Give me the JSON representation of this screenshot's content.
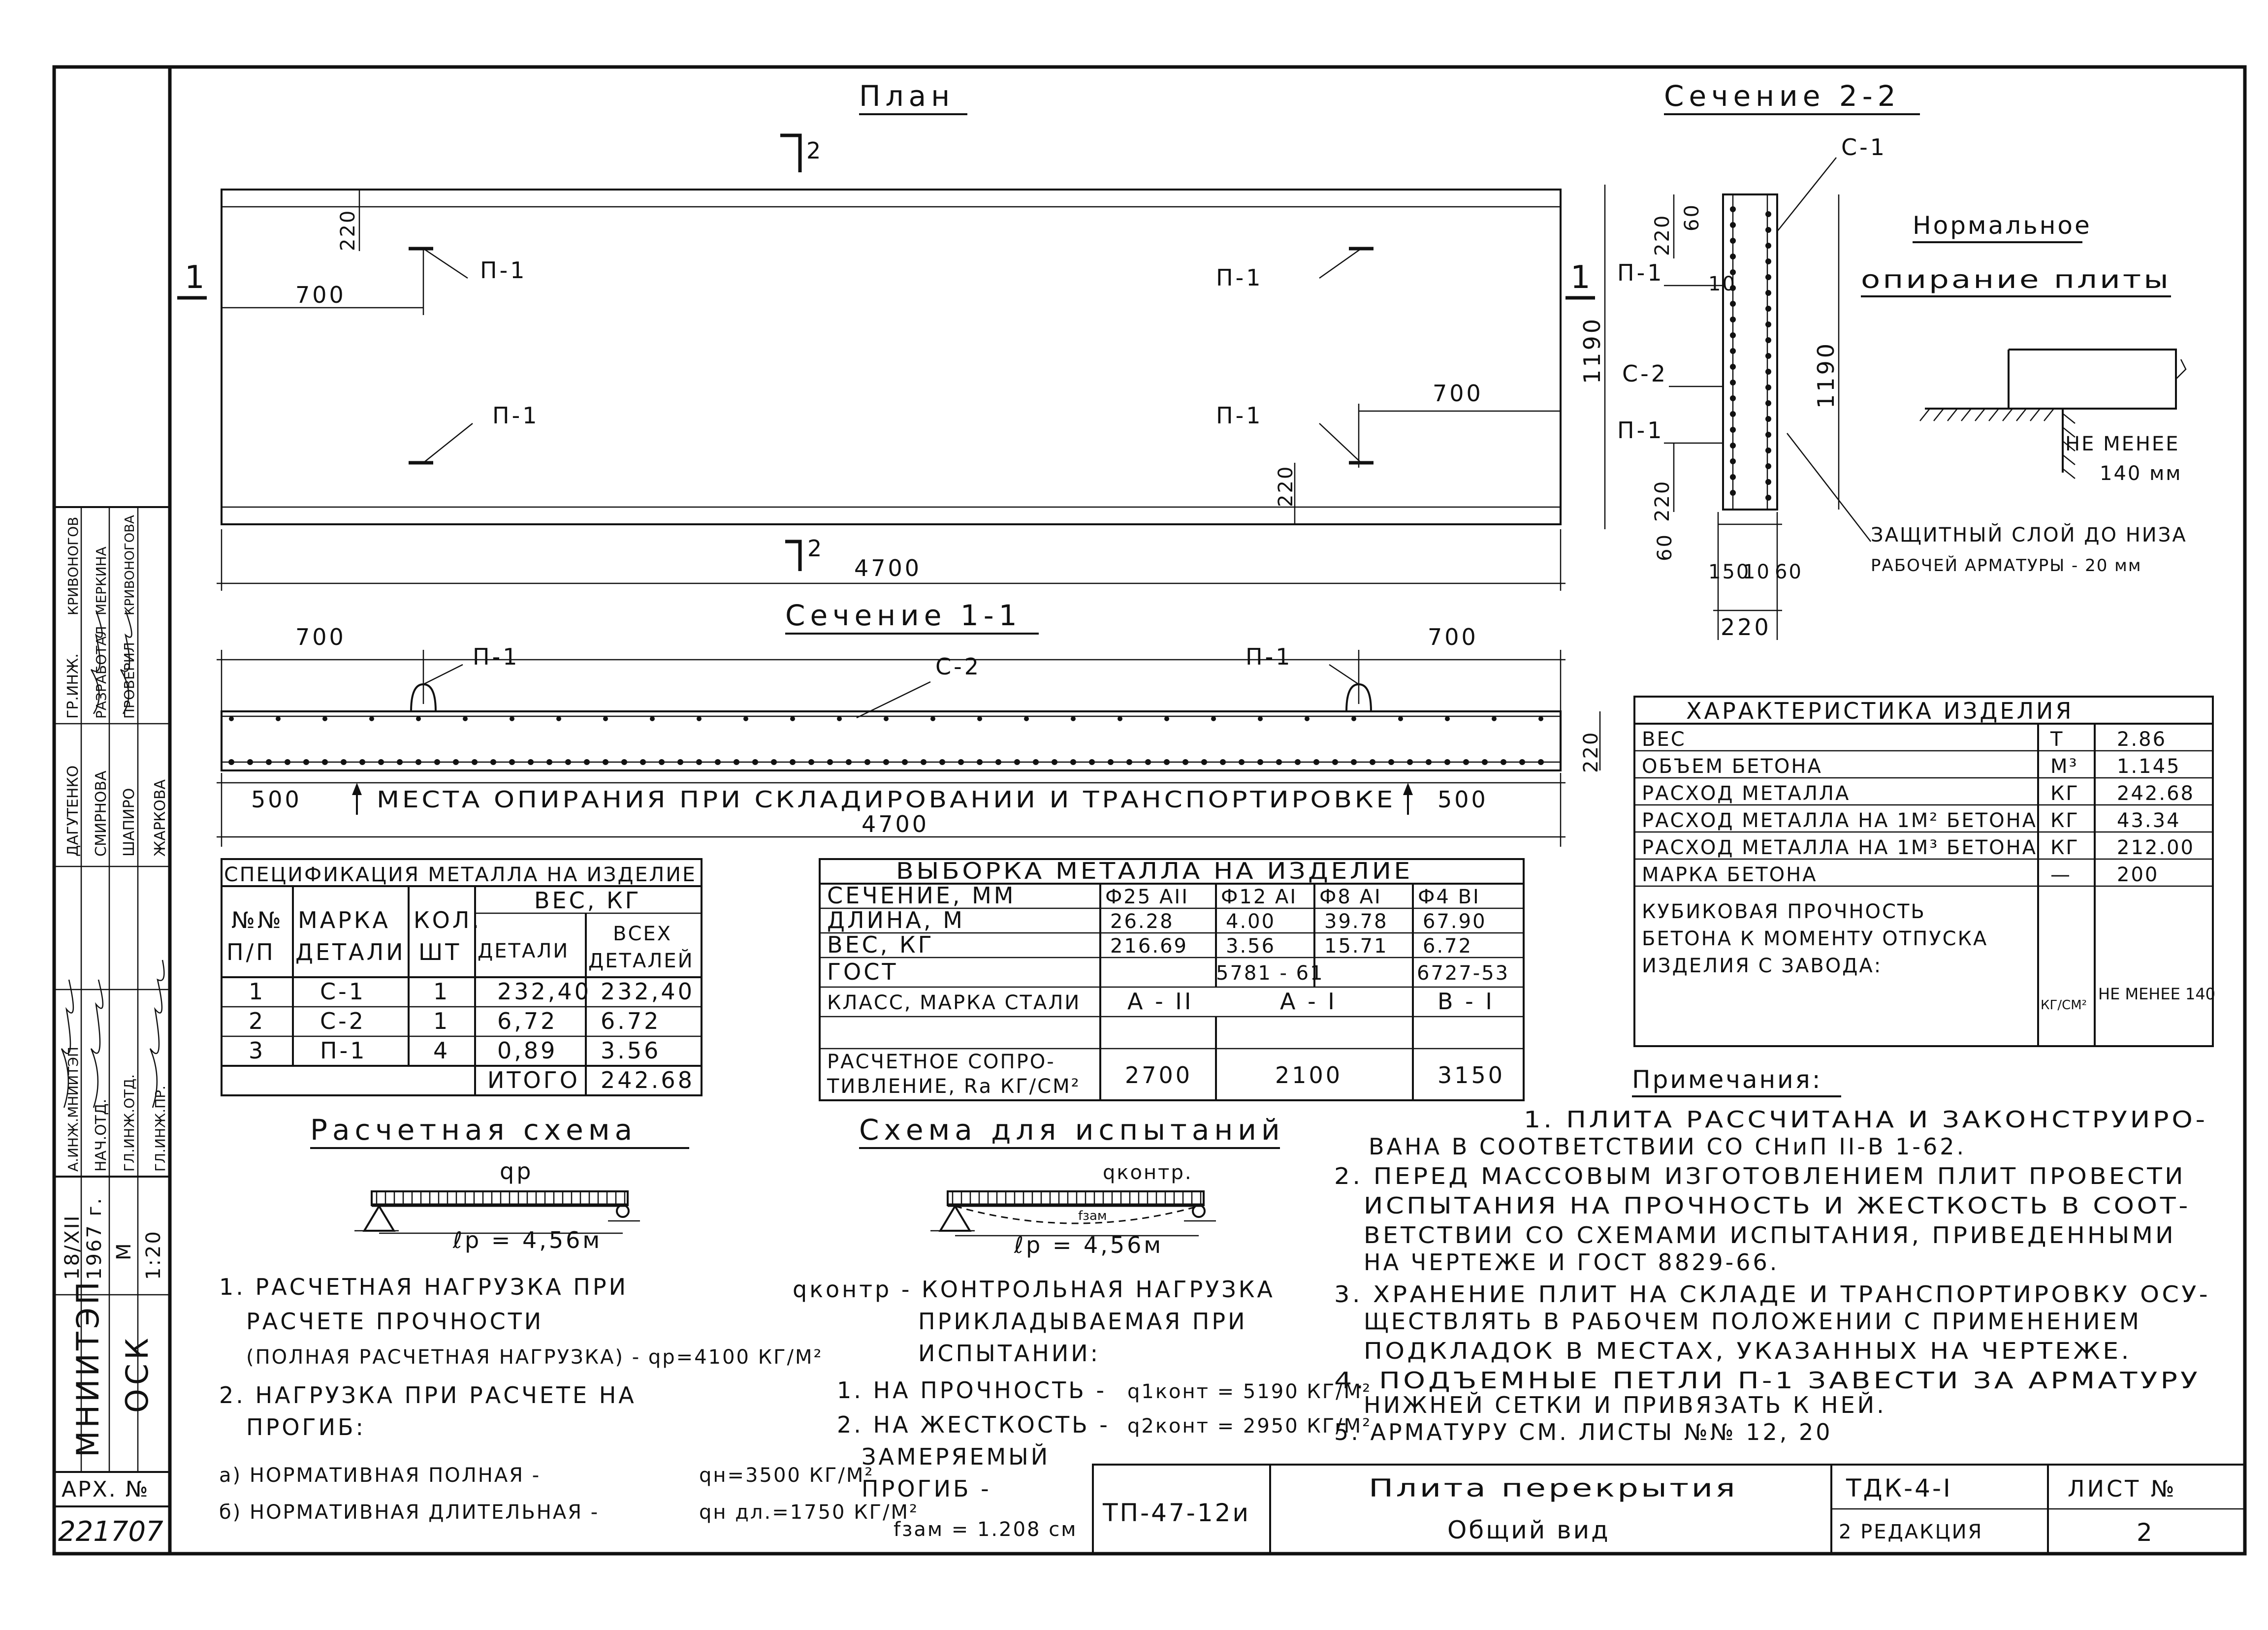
{
  "plan": {
    "title": "План",
    "cut2": "2",
    "cut1": "1",
    "dim_220_top": "220",
    "dim_700_left": "700",
    "dim_700_right": "700",
    "dim_220_bottom": "220",
    "dim_1190": "1190",
    "dim_4700": "4700",
    "loop_labels": [
      "П-1",
      "П-1",
      "П-1",
      "П-1"
    ]
  },
  "section11": {
    "title": "Сечение 1-1",
    "dim_700_l": "700",
    "dim_700_r": "700",
    "loop_l": "П-1",
    "loop_r": "П-1",
    "mesh": "С-2",
    "dim_220": "220",
    "dim_500_l": "500",
    "dim_500_r": "500",
    "support_note": "МЕСТА ОПИРАНИЯ ПРИ СКЛАДИРОВАНИИ И ТРАНСПОРТИРОВКЕ",
    "dim_4700": "4700"
  },
  "section22": {
    "title": "Сечение 2-2",
    "c1": "С-1",
    "p1_top": "П-1",
    "c2": "С-2",
    "p1_bot": "П-1",
    "d220a": "220",
    "d60a": "60",
    "d10": "10",
    "d1190": "1190",
    "d220b": "220",
    "d60b": "60",
    "d150": "150",
    "d10b": "10",
    "d60c": "60",
    "d220c": "220"
  },
  "support": {
    "title1": "Нормальное",
    "title2": "опирание плиты",
    "note1": "НЕ МЕНЕЕ",
    "note2": "140 мм",
    "cover1": "ЗАЩИТНЫЙ СЛОЙ ДО НИЗА",
    "cover2": "РАБОЧЕЙ АРМАТУРЫ - 20 мм"
  },
  "characteristics": {
    "title": "ХАРАКТЕРИСТИКА ИЗДЕЛИЯ",
    "rows": [
      {
        "name": "ВЕС",
        "unit": "Т",
        "value": "2.86"
      },
      {
        "name": "ОБЪЕМ БЕТОНА",
        "unit": "М³",
        "value": "1.145"
      },
      {
        "name": "РАСХОД МЕТАЛЛА",
        "unit": "КГ",
        "value": "242.68"
      },
      {
        "name": "РАСХОД МЕТАЛЛА НА 1М² БЕТОНА",
        "unit": "КГ",
        "value": "43.34"
      },
      {
        "name": "РАСХОД МЕТАЛЛА НА 1М³ БЕТОНА",
        "unit": "КГ",
        "value": "212.00"
      },
      {
        "name": "МАРКА БЕТОНА",
        "unit": "—",
        "value": "200"
      }
    ],
    "strength1": "КУБИКОВАЯ ПРОЧНОСТЬ",
    "strength2": "БЕТОНА К МОМЕНТУ ОТПУСКА",
    "strength3": "ИЗДЕЛИЯ С ЗАВОДА:",
    "strength_unit": "КГ/СМ²",
    "strength_value": "НЕ МЕНЕЕ 140"
  },
  "spec": {
    "title": "СПЕЦИФИКАЦИЯ МЕТАЛЛА НА ИЗДЕЛИЕ",
    "h_no1": "№№",
    "h_no2": "П/П",
    "h_mark1": "МАРКА",
    "h_mark2": "ДЕТАЛИ",
    "h_qty1": "КОЛ.",
    "h_qty2": "ШТ",
    "h_weight": "ВЕС, КГ",
    "h_w1": "ДЕТАЛИ",
    "h_w2a": "ВСЕХ",
    "h_w2b": "ДЕТАЛЕЙ",
    "rows": [
      {
        "no": "1",
        "mark": "С-1",
        "qty": "1",
        "w": "232,40",
        "wt": "232,40"
      },
      {
        "no": "2",
        "mark": "С-2",
        "qty": "1",
        "w": "6,72",
        "wt": "6.72"
      },
      {
        "no": "3",
        "mark": "П-1",
        "qty": "4",
        "w": "0,89",
        "wt": "3.56"
      }
    ],
    "total_label": "ИТОГО",
    "total": "242.68"
  },
  "selection": {
    "title": "ВЫБОРКА МЕТАЛЛА НА ИЗДЕЛИЕ",
    "h_section": "СЕЧЕНИЕ, ММ",
    "cols": [
      "Ф25 АII",
      "Ф12 АI",
      "Ф8 АI",
      "Ф4 ВI"
    ],
    "len_label": "ДЛИНА, М",
    "lengths": [
      "26.28",
      "4.00",
      "39.78",
      "67.90"
    ],
    "w_label": "ВЕС, КГ",
    "weights": [
      "216.69",
      "3.56",
      "15.71",
      "6.72"
    ],
    "gost_label": "ГОСТ",
    "gost1": "5781 - 61",
    "gost2": "6727-53",
    "class_label": "КЛАСС, МАРКА СТАЛИ",
    "class1": "А - II",
    "class2": "А - I",
    "class3": "В - I",
    "res_label1": "РАСЧЕТНОЕ СОПРО-",
    "res_label2": "ТИВЛЕНИЕ, Rа КГ/СМ²",
    "res1": "2700",
    "res2": "2100",
    "res3": "3150"
  },
  "calc": {
    "title": "Расчетная схема",
    "q": "qр",
    "span": "ℓр = 4,56м",
    "l1": "1. РАСЧЕТНАЯ НАГРУЗКА ПРИ",
    "l2": "РАСЧЕТЕ ПРОЧНОСТИ",
    "l3": "(ПОЛНАЯ РАСЧЕТНАЯ НАГРУЗКА) - qр=4100 КГ/М²",
    "l4": "2. НАГРУЗКА ПРИ РАСЧЕТЕ НА",
    "l5": "ПРОГИБ:",
    "l6": "а) НОРМАТИВНАЯ ПОЛНАЯ -",
    "l6v": "qн=3500 КГ/М²",
    "l7": "б) НОРМАТИВНАЯ ДЛИТЕЛЬНАЯ -",
    "l7v": "qн дл.=1750 КГ/М²"
  },
  "test": {
    "title": "Схема для испытаний",
    "q": "qконтр.",
    "f": "fзам",
    "span": "ℓр = 4,56м",
    "l1": "qконтр - КОНТРОЛЬНАЯ НАГРУЗКА",
    "l2": "ПРИКЛАДЫВАЕМАЯ ПРИ",
    "l3": "ИСПЫТАНИИ:",
    "l4": "1. НА ПРОЧНОСТЬ -",
    "l4v": "q1конт = 5190 КГ/М²",
    "l5": "2. НА ЖЕСТКОСТЬ -",
    "l5v": "q2конт = 2950 КГ/М²",
    "l6": "ЗАМЕРЯЕМЫЙ",
    "l7": "ПРОГИБ -",
    "l8": "fзам = 1.208 см"
  },
  "notes": {
    "title": "Примечания:",
    "lines": [
      "1. ПЛИТА РАССЧИТАНА И ЗАКОНСТРУИРО-",
      "ВАНА В СООТВЕТСТВИИ СО СНиП II-В 1-62.",
      "2. ПЕРЕД МАССОВЫМ ИЗГОТОВЛЕНИЕМ ПЛИТ ПРОВЕСТИ",
      "ИСПЫТАНИЯ НА ПРОЧНОСТЬ И ЖЕСТКОСТЬ В СООТ-",
      "ВЕТСТВИИ СО СХЕМАМИ ИСПЫТАНИЯ, ПРИВЕДЕННЫМИ",
      "НА ЧЕРТЕЖЕ И ГОСТ 8829-66.",
      "3. ХРАНЕНИЕ ПЛИТ НА СКЛАДЕ И ТРАНСПОРТИРОВКУ ОСУ-",
      "ЩЕСТВЛЯТЬ В РАБОЧЕМ ПОЛОЖЕНИИ С ПРИМЕНЕНИЕМ",
      "ПОДКЛАДОК В МЕСТАХ, УКАЗАННЫХ НА ЧЕРТЕЖЕ.",
      "4. ПОДЪЕМНЫЕ ПЕТЛИ П-1 ЗАВЕСТИ ЗА АРМАТУРУ",
      "НИЖНЕЙ СЕТКИ И ПРИВЯЗАТЬ К НЕЙ.",
      "5. АРМАТУРУ СМ. ЛИСТЫ №№ 12, 20"
    ]
  },
  "titleblock": {
    "doc": "ТП-47-12и",
    "name1": "Плита перекрытия",
    "name2": "Общий вид",
    "series": "ТДК-4-I",
    "edition": "2 РЕДАКЦИЯ",
    "sheet_label": "ЛИСТ №",
    "sheet": "2"
  },
  "sidebar": {
    "org": "МНИИТЭП",
    "dept": "ОСК",
    "date1": "18/XII",
    "year": "1967 г.",
    "scale_m": "М",
    "scale": "1:20",
    "roles": [
      "А.ИНЖ.МНИИТЭП",
      "НАЧ.ОТД.",
      "ГЛ.ИНЖ.ОТД.",
      "ГЛ.ИНЖ.ПР."
    ],
    "names1": [
      "ДАГУТЕНКО",
      "СМИРНОВА",
      "ШАПИРО",
      "ЖАРКОВА"
    ],
    "roles2": [
      "ГР.ИНЖ.",
      "РАЗРАБОТАЛ",
      "ПРОВЕРИЛ"
    ],
    "names2": [
      "КРИВОНОГОВ",
      "МЕРКИНА",
      "КРИВОНОГОВА"
    ],
    "arch_label": "АРХ. №",
    "arch_no": "221707"
  }
}
